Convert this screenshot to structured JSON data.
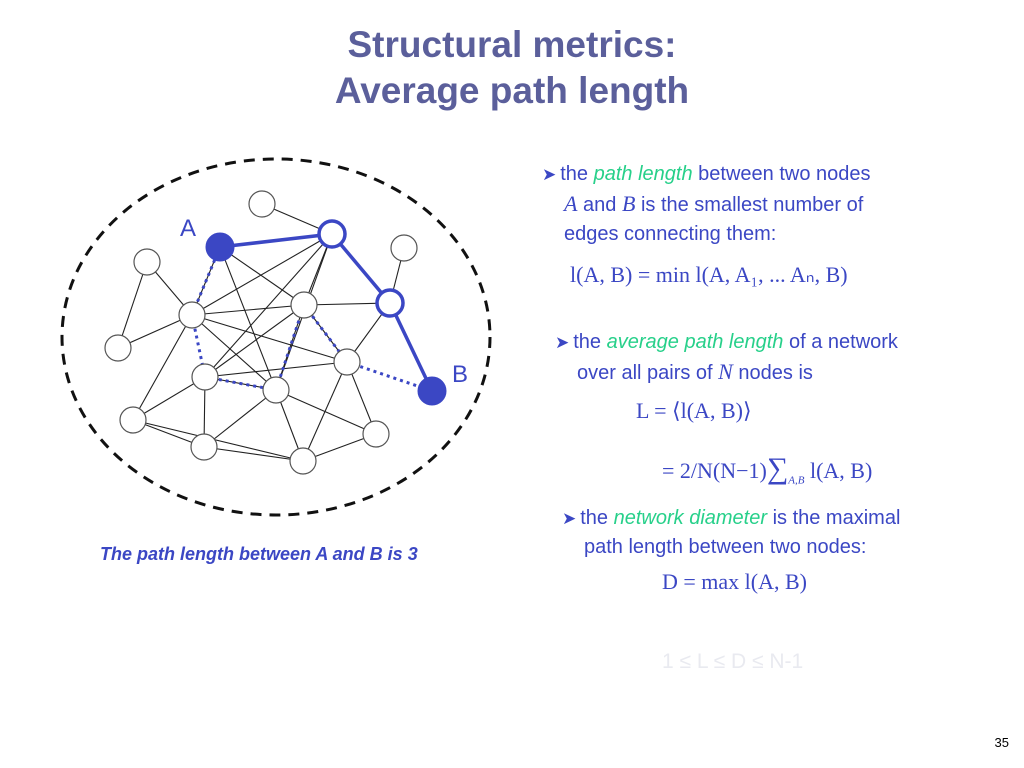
{
  "title": {
    "line1": "Structural metrics:",
    "line2": "Average path length"
  },
  "graph": {
    "label_a": "A",
    "label_b": "B",
    "nodes": [
      {
        "id": "n0"
      },
      {
        "id": "A"
      },
      {
        "id": "n2"
      },
      {
        "id": "n3"
      },
      {
        "id": "n4"
      },
      {
        "id": "n5"
      },
      {
        "id": "n6"
      },
      {
        "id": "n7"
      },
      {
        "id": "n8"
      },
      {
        "id": "n9"
      },
      {
        "id": "n10"
      },
      {
        "id": "n11"
      },
      {
        "id": "n12"
      },
      {
        "id": "n13"
      },
      {
        "id": "B"
      },
      {
        "id": "n15"
      },
      {
        "id": "n16"
      }
    ],
    "highlighted_nodes": [
      "n2",
      "n8"
    ],
    "endpoint_nodes": [
      "A",
      "B"
    ]
  },
  "caption": "The path length between A and B is 3",
  "bullet1": {
    "arrow": "➤",
    "pre": "the ",
    "term": "path length",
    "post": " between two nodes",
    "line2_a": "A",
    "line2_mid": " and ",
    "line2_b": "B",
    "line2_post": " is the smallest number of",
    "line3": "edges connecting them:",
    "formula": "l(A, B) = min l(A, A₁, ... Aₙ, B)"
  },
  "bullet2": {
    "arrow": "➤",
    "pre": "the ",
    "term": "average path length",
    "post": " of a network",
    "line2_pre": "over all pairs of ",
    "line2_n": "N",
    "line2_post": " nodes is",
    "formula1": "L = ⟨l(A, B)⟩",
    "formula2_pre": "= 2/N(N−1)",
    "formula2_sum": "∑",
    "formula2_sub": "A,B",
    "formula2_post": " l(A, B)"
  },
  "bullet3": {
    "arrow": "➤",
    "pre": "the ",
    "term": "network diameter",
    "post": " is the maximal",
    "line2": "path length between two nodes:",
    "formula": "D = max l(A, B)"
  },
  "faint_note": "1 ≤ L ≤ D ≤ N-1",
  "page_number": "35",
  "colors": {
    "title": "#5b5f9b",
    "text_blue": "#3b47c4",
    "accent_green": "#27d08a",
    "path_blue": "#3b47c4",
    "edge": "#222222"
  }
}
